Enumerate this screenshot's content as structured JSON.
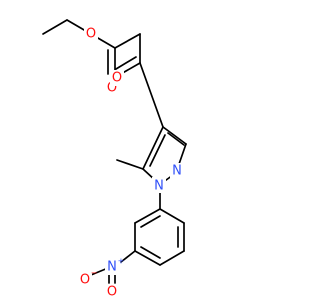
{
  "molecule": {
    "atom_labels": {
      "ester_o": "O",
      "carbonyl_o_ester": "O",
      "ketone_o": "O",
      "pyrazole_n2": "N",
      "pyrazole_n1": "N",
      "nitro_n": "N",
      "nitro_n_charge": "+",
      "nitro_o_left": "O",
      "nitro_o_left_charge": "−",
      "nitro_o_right": "O"
    },
    "colors": {
      "carbon_bond": "#000000",
      "oxygen": "#ff0d0d",
      "nitrogen": "#3050f8"
    }
  }
}
